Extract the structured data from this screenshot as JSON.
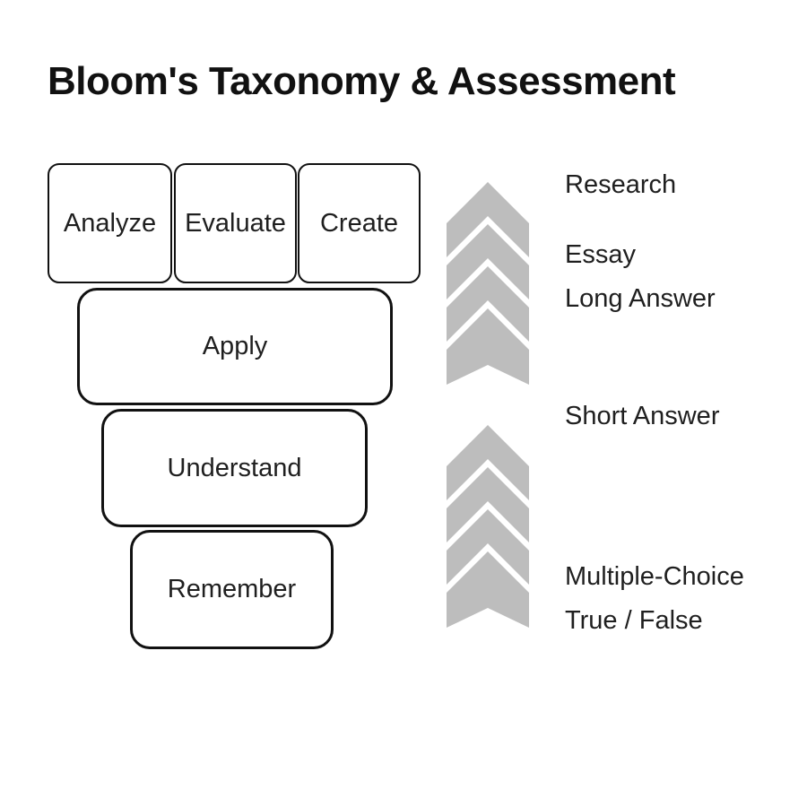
{
  "title": "Bloom's Taxonomy & Assessment",
  "levels": {
    "analyze": "Analyze",
    "evaluate": "Evaluate",
    "create": "Create",
    "apply": "Apply",
    "understand": "Understand",
    "remember": "Remember"
  },
  "assessments": {
    "research": "Research",
    "essay": "Essay",
    "long_answer": "Long Answer",
    "short_answer": "Short Answer",
    "multiple_choice": "Multiple-Choice",
    "true_false": "True / False"
  },
  "colors": {
    "arrow_gray": "#bdbdbd",
    "border_black": "#111111",
    "text_black": "#1f1f1f"
  }
}
